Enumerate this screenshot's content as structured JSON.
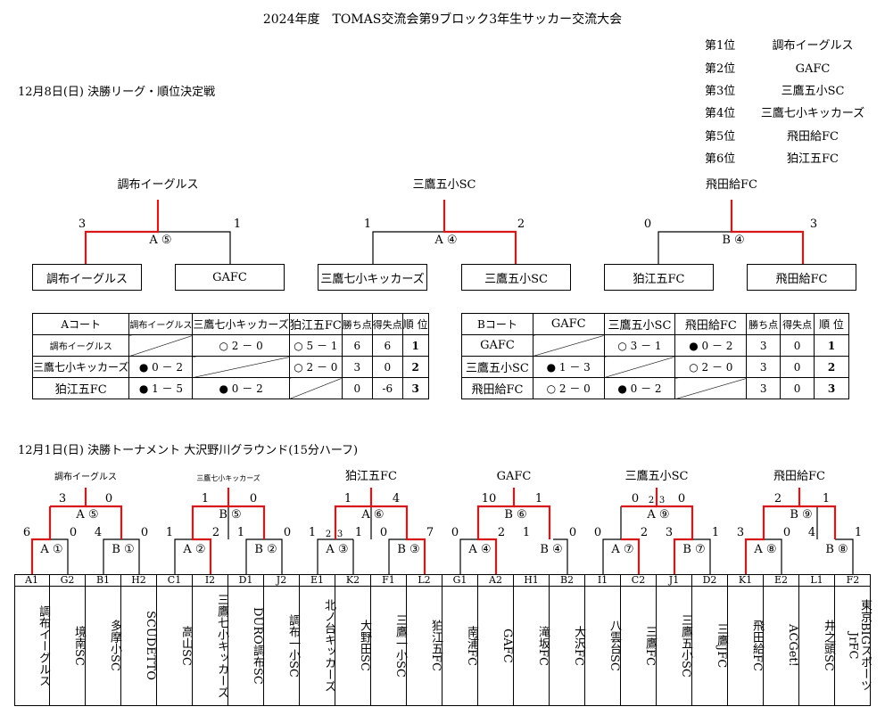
{
  "title": "2024年度　TOMAS交流会第9ブロック3年生サッカー交流大会",
  "rankings": [
    {
      "place": "第1位",
      "team": "調布イーグルス"
    },
    {
      "place": "第2位",
      "team": "GAFC"
    },
    {
      "place": "第3位",
      "team": "三鷹五小SC"
    },
    {
      "place": "第4位",
      "team": "三鷹七小キッカーズ"
    },
    {
      "place": "第5位",
      "team": "飛田給FC"
    },
    {
      "place": "第6位",
      "team": "狛江五FC"
    }
  ],
  "league": {
    "heading": "12月8日(日) 決勝リーグ・順位決定戦",
    "matches": [
      {
        "winner": "調布イーグルス",
        "left": "調布イーグルス",
        "right": "GAFC",
        "left_score": "3",
        "right_score": "1",
        "label": "A ⑤"
      },
      {
        "winner": "三鷹五小SC",
        "left": "三鷹七小キッカーズ",
        "right": "三鷹五小SC",
        "left_score": "1",
        "right_score": "2",
        "label": "A ④"
      },
      {
        "winner": "飛田給FC",
        "left": "狛江五FC",
        "right": "飛田給FC",
        "left_score": "0",
        "right_score": "3",
        "label": "B ④"
      }
    ],
    "table_a": {
      "headers": [
        "Aコート",
        "調布イーグルス",
        "三鷹七小キッカーズ",
        "狛江五FC",
        "勝ち点",
        "得失点",
        "順 位"
      ],
      "rows": [
        {
          "team": "調布イーグルス",
          "c1": "",
          "c2": "○ 2 － 0",
          "c3": "○ 5 － 1",
          "points": "6",
          "diff": "6",
          "rank": "1"
        },
        {
          "team": "三鷹七小キッカーズ",
          "c1": "● 0 － 2",
          "c2": "",
          "c3": "○ 2 － 0",
          "points": "3",
          "diff": "0",
          "rank": "2"
        },
        {
          "team": "狛江五FC",
          "c1": "● 1 － 5",
          "c2": "● 0 － 2",
          "c3": "",
          "points": "0",
          "diff": "-6",
          "rank": "3"
        }
      ]
    },
    "table_b": {
      "headers": [
        "Bコート",
        "GAFC",
        "三鷹五小SC",
        "飛田給FC",
        "勝ち点",
        "得失点",
        "順 位"
      ],
      "rows": [
        {
          "team": "GAFC",
          "c1": "",
          "c2": "○ 3 － 1",
          "c3": "● 0 － 2",
          "points": "3",
          "diff": "0",
          "rank": "1"
        },
        {
          "team": "三鷹五小SC",
          "c1": "● 1 － 3",
          "c2": "",
          "c3": "○ 2 － 0",
          "points": "3",
          "diff": "0",
          "rank": "2"
        },
        {
          "team": "飛田給FC",
          "c1": "○ 2 － 0",
          "c2": "● 0 － 2",
          "c3": "",
          "points": "3",
          "diff": "0",
          "rank": "3"
        }
      ]
    }
  },
  "tournament": {
    "heading": "12月1日(日) 決勝トーナメント 大沢野川グラウンド(15分ハーフ)",
    "groups": [
      {
        "winner": "調布イーグルス",
        "final_label": "A ⑤",
        "final_scores": [
          "3",
          "0"
        ],
        "semi": [
          {
            "label": "A ①",
            "scores": [
              "6",
              "0"
            ]
          },
          {
            "label": "B ①",
            "scores": [
              "4",
              "0"
            ]
          }
        ]
      },
      {
        "winner": "三鷹七小キッカーズ",
        "final_label": "B ⑤",
        "final_scores": [
          "1",
          "0"
        ],
        "semi": [
          {
            "label": "A ②",
            "scores": [
              "1",
              "2"
            ]
          },
          {
            "label": "B ②",
            "scores": [
              "1",
              "0"
            ]
          }
        ]
      },
      {
        "winner": "狛江五FC",
        "final_label": "A ⑥",
        "final_scores": [
          "1",
          "4"
        ],
        "semi": [
          {
            "label": "A ③",
            "scores": [
              "1",
              "1"
            ],
            "pk": [
              "2",
              "3"
            ]
          },
          {
            "label": "B ③",
            "scores": [
              "0",
              "7"
            ]
          }
        ]
      },
      {
        "winner": "GAFC",
        "final_label": "B ⑥",
        "final_scores": [
          "10",
          "1"
        ],
        "semi": [
          {
            "label": "A ④",
            "scores": [
              "0",
              "2"
            ]
          },
          {
            "label": "B ④",
            "scores": [
              "1",
              "0"
            ]
          }
        ]
      },
      {
        "winner": "三鷹五小SC",
        "final_label": "A ⑨",
        "final_scores": [
          "0",
          "0"
        ],
        "final_pk": [
          "2",
          "3"
        ],
        "semi": [
          {
            "label": "A ⑦",
            "scores": [
              "0",
              "2"
            ]
          },
          {
            "label": "B ⑦",
            "scores": [
              "3",
              "1"
            ]
          }
        ]
      },
      {
        "winner": "飛田給FC",
        "final_label": "B ⑨",
        "final_scores": [
          "2",
          "1"
        ],
        "semi": [
          {
            "label": "A ⑧",
            "scores": [
              "3",
              "0"
            ]
          },
          {
            "label": "B ⑧",
            "scores": [
              "4",
              "1"
            ]
          }
        ]
      }
    ],
    "teams": [
      {
        "code": "A1",
        "name": "調布イーグルス"
      },
      {
        "code": "G2",
        "name": "境南SC"
      },
      {
        "code": "B1",
        "name": "多摩小SC"
      },
      {
        "code": "H2",
        "name": "SCUDETTO"
      },
      {
        "code": "C1",
        "name": "高山SC"
      },
      {
        "code": "I2",
        "name": "三鷹七小キッカーズ"
      },
      {
        "code": "D1",
        "name": "DURO調布SC"
      },
      {
        "code": "J2",
        "name": "調布一小SC"
      },
      {
        "code": "E1",
        "name": "北ノ台キッカーズ"
      },
      {
        "code": "K2",
        "name": "大野田SC"
      },
      {
        "code": "F1",
        "name": "三鷹一小SC"
      },
      {
        "code": "L2",
        "name": "狛江五FC"
      },
      {
        "code": "G1",
        "name": "南浦FC"
      },
      {
        "code": "A2",
        "name": "GAFC"
      },
      {
        "code": "H1",
        "name": "滝坂FC"
      },
      {
        "code": "B2",
        "name": "大沢FC"
      },
      {
        "code": "I1",
        "name": "八雲台SC"
      },
      {
        "code": "C2",
        "name": "三鷹FC"
      },
      {
        "code": "J1",
        "name": "三鷹五小SC"
      },
      {
        "code": "D2",
        "name": "三鷹JFC"
      },
      {
        "code": "K1",
        "name": "飛田給FC"
      },
      {
        "code": "E2",
        "name": "ACGet!"
      },
      {
        "code": "L1",
        "name": "井之頭SC"
      },
      {
        "code": "F2",
        "name": "東京BIGスポーツJrFC"
      }
    ]
  }
}
